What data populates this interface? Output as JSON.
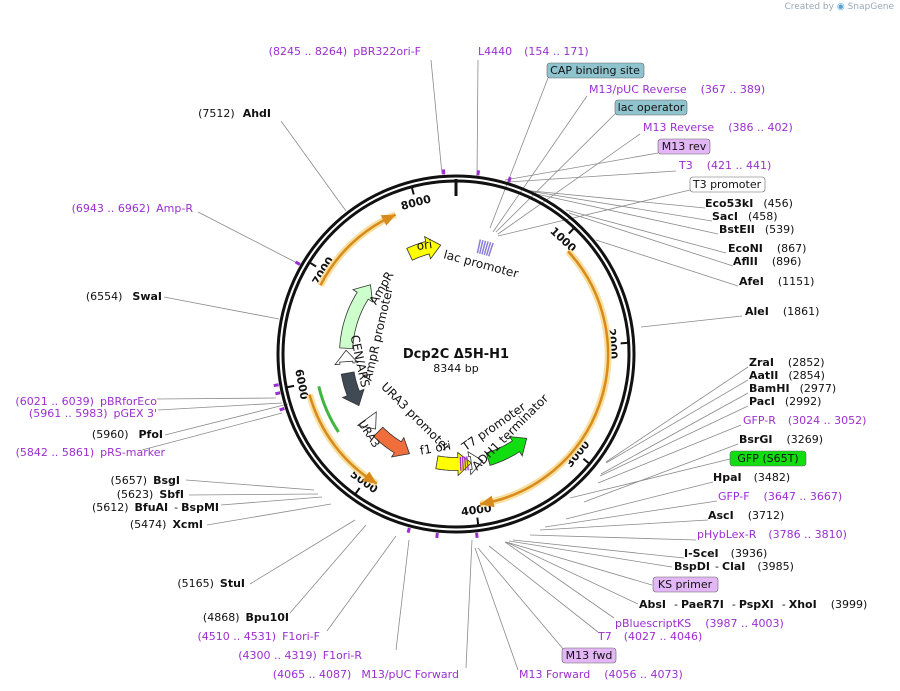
{
  "credit": {
    "prefix": "Created by",
    "brand": "SnapGene"
  },
  "plasmid": {
    "name": "Dcp2C Δ5H-H1",
    "length": "8344 bp"
  },
  "ticks": [
    "1000",
    "2000",
    "3000",
    "4000",
    "5000",
    "6000",
    "7000",
    "8000"
  ],
  "features": [
    {
      "name": "ori",
      "color": "#ffff00"
    },
    {
      "name": "lac promoter",
      "color": "#8c7fd6"
    },
    {
      "name": "AmpR",
      "color": "#ccffcc"
    },
    {
      "name": "AmpR promoter",
      "color": "#ffffff"
    },
    {
      "name": "CEN/ARS",
      "color": "#3f4a54"
    },
    {
      "name": "URA3 promoter",
      "color": "#ffffff"
    },
    {
      "name": "URA3",
      "color": "#f06e3c"
    },
    {
      "name": "f1 ori",
      "color": "#ffff00"
    },
    {
      "name": "T7 promoter",
      "color": "#ffffff"
    },
    {
      "name": "ADH1 terminator",
      "color": "#ffffff"
    },
    {
      "name": "GFP",
      "color": "#11dd11"
    }
  ],
  "labels": {
    "pbr322": {
      "range": "(8245 .. 8264)",
      "name": "pBR322ori-F"
    },
    "l4440": {
      "name": "L4440",
      "range": "(154 .. 171)"
    },
    "cap": {
      "name": "CAP binding site"
    },
    "m13puc_rev": {
      "name": "M13/pUC Reverse",
      "range": "(367 .. 389)"
    },
    "lac_op": {
      "name": "lac operator"
    },
    "m13_reverse": {
      "name": "M13 Reverse",
      "range": "(386 .. 402)"
    },
    "m13_rev": {
      "name": "M13 rev"
    },
    "t3": {
      "name": "T3",
      "range": "(421 .. 441)"
    },
    "t3_prom": {
      "name": "T3 promoter"
    },
    "eco53ki": {
      "name": "Eco53kI",
      "pos": "(456)"
    },
    "saci": {
      "name": "SacI",
      "pos": "(458)"
    },
    "bsteii": {
      "name": "BstEII",
      "pos": "(539)"
    },
    "econi": {
      "name": "EcoNI",
      "pos": "(867)"
    },
    "aflii": {
      "name": "AflII",
      "pos": "(896)"
    },
    "afei": {
      "name": "AfeI",
      "pos": "(1151)"
    },
    "alei": {
      "name": "AleI",
      "pos": "(1861)"
    },
    "zrai": {
      "name": "ZraI",
      "pos": "(2852)"
    },
    "aatii": {
      "name": "AatII",
      "pos": "(2854)"
    },
    "bamhi": {
      "name": "BamHI",
      "pos": "(2977)"
    },
    "paci": {
      "name": "PacI",
      "pos": "(2992)"
    },
    "gfpr": {
      "name": "GFP-R",
      "range": "(3024 .. 3052)"
    },
    "bsrgi": {
      "name": "BsrGI",
      "pos": "(3269)"
    },
    "gfp_s65t": {
      "name": "GFP (S65T)"
    },
    "hpai": {
      "name": "HpaI",
      "pos": "(3482)"
    },
    "gfpf": {
      "name": "GFP-F",
      "range": "(3647 .. 3667)"
    },
    "asci": {
      "name": "AscI",
      "pos": "(3712)"
    },
    "phyblexr": {
      "name": "pHybLex-R",
      "range": "(3786 .. 3810)"
    },
    "iscei": {
      "name": "I-SceI",
      "pos": "(3936)"
    },
    "bspdi": {
      "name": "BspDI",
      "sep": "-",
      "name2": "ClaI",
      "pos": "(3985)"
    },
    "ks_primer": {
      "name": "KS primer"
    },
    "absi": {
      "name": "AbsI",
      "n2": "PaeR7I",
      "n3": "PspXI",
      "n4": "XhoI",
      "pos": "(3999)"
    },
    "pbluescriptks": {
      "name": "pBluescriptKS",
      "range": "(3987 .. 4003)"
    },
    "t7": {
      "name": "T7",
      "range": "(4027 .. 4046)"
    },
    "m13fwd": {
      "name": "M13 fwd"
    },
    "m13forward": {
      "name": "M13 Forward",
      "range": "(4056 .. 4073)"
    },
    "m13puc_fwd": {
      "range": "(4065 .. 4087)",
      "name": "M13/pUC Forward"
    },
    "f1ori_r": {
      "range": "(4300 .. 4319)",
      "name": "F1ori-R"
    },
    "f1ori_f": {
      "range": "(4510 .. 4531)",
      "name": "F1ori-F"
    },
    "bpu10i": {
      "pos": "(4868)",
      "name": "Bpu10I"
    },
    "stui": {
      "pos": "(5165)",
      "name": "StuI"
    },
    "xcmi": {
      "pos": "(5474)",
      "name": "XcmI"
    },
    "bfuai": {
      "pos": "(5612)",
      "name": "BfuAI",
      "n2": "BspMI"
    },
    "sbfi": {
      "pos": "(5623)",
      "name": "SbfI"
    },
    "bsgi": {
      "pos": "(5657)",
      "name": "BsgI"
    },
    "prsmarker": {
      "range": "(5842 .. 5861)",
      "name": "pRS-marker"
    },
    "pfoi": {
      "pos": "(5960)",
      "name": "PfoI"
    },
    "pgex": {
      "range": "(5961 .. 5983)",
      "name": "pGEX 3'"
    },
    "pbrforeco": {
      "range": "(6021 .. 6039)",
      "name": "pBRforEco"
    },
    "swai": {
      "pos": "(6554)",
      "name": "SwaI"
    },
    "ampr_primer": {
      "range": "(6943 .. 6962)",
      "name": "Amp-R"
    },
    "ahdi": {
      "pos": "(7512)",
      "name": "AhdI"
    }
  }
}
